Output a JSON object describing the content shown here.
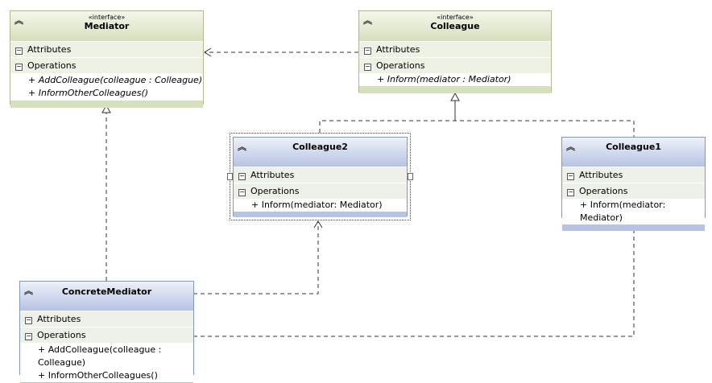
{
  "classes": {
    "mediator": {
      "stereotype": "«interface»",
      "name": "Mediator",
      "attributes_label": "Attributes",
      "operations_label": "Operations",
      "operations": [
        "+ AddColleague(colleague : Colleague)",
        "+ InformOtherColleagues()"
      ]
    },
    "colleague": {
      "stereotype": "«interface»",
      "name": "Colleague",
      "attributes_label": "Attributes",
      "operations_label": "Operations",
      "operations": [
        "+ Inform(mediator : Mediator)"
      ]
    },
    "colleague2": {
      "name": "Colleague2",
      "attributes_label": "Attributes",
      "operations_label": "Operations",
      "operations": [
        "+ Inform(mediator: Mediator)"
      ],
      "selected": true
    },
    "colleague1": {
      "name": "Colleague1",
      "attributes_label": "Attributes",
      "operations_label": "Operations",
      "operations": [
        "+ Inform(mediator: Mediator)"
      ]
    },
    "concrete_mediator": {
      "name": "ConcreteMediator",
      "attributes_label": "Attributes",
      "operations_label": "Operations",
      "operations": [
        "+ AddColleague(colleague : Colleague)",
        "+ InformOtherColleagues()"
      ]
    }
  },
  "relations": [
    {
      "from": "Colleague",
      "to": "Mediator",
      "type": "dependency"
    },
    {
      "from": "ConcreteMediator",
      "to": "Mediator",
      "type": "realization"
    },
    {
      "from": "Colleague2",
      "to": "Colleague",
      "type": "realization"
    },
    {
      "from": "Colleague1",
      "to": "Colleague",
      "type": "realization"
    },
    {
      "from": "ConcreteMediator",
      "to": "Colleague2",
      "type": "dependency"
    },
    {
      "from": "ConcreteMediator",
      "to": "Colleague1",
      "type": "dependency"
    }
  ],
  "colors": {
    "interface_header": "#d5e0bd",
    "class_header": "#b6c3e3",
    "line": "#333333"
  }
}
